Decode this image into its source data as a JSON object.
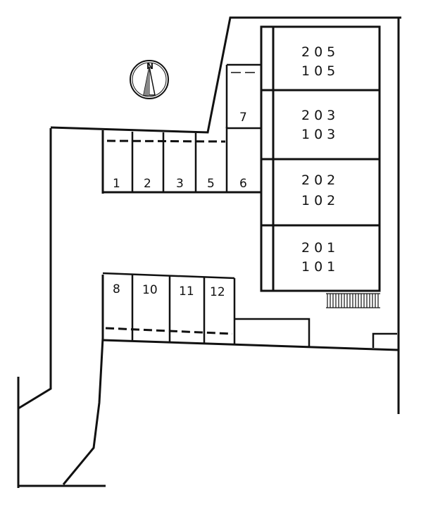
{
  "compass": {
    "label": "N",
    "icon": "north-arrow-icon"
  },
  "building": {
    "units": [
      {
        "upper": "205",
        "lower": "105"
      },
      {
        "upper": "203",
        "lower": "103"
      },
      {
        "upper": "202",
        "lower": "102"
      },
      {
        "upper": "201",
        "lower": "101"
      }
    ]
  },
  "parking": {
    "top_row": [
      "1",
      "2",
      "3",
      "5",
      "6"
    ],
    "side": [
      "7"
    ],
    "bottom_row": [
      "8",
      "10",
      "11",
      "12"
    ]
  },
  "colors": {
    "line": "#111111",
    "background": "#ffffff"
  }
}
